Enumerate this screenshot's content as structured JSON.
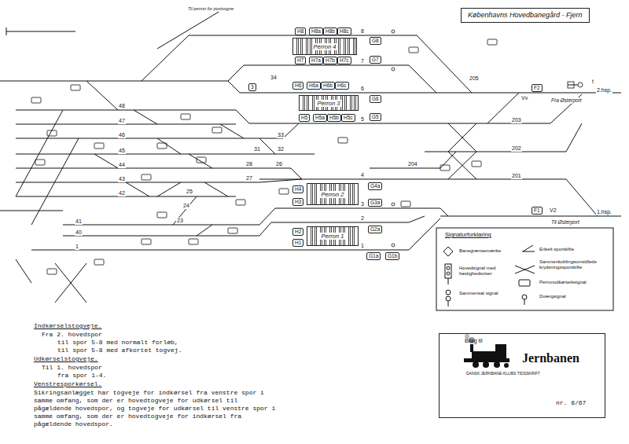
{
  "diagram": {
    "nodes": [
      {
        "text": [
          "Københavns Hovedbanegård - Fjern"
        ]
      },
      {
        "text": [
          "Perron 4"
        ]
      },
      {
        "text": [
          "Perron 3"
        ]
      },
      {
        "text": [
          "Perron 2"
        ]
      },
      {
        "text": [
          "Perron 1"
        ]
      },
      {
        "text": [
          "G8"
        ]
      },
      {
        "text": [
          "G7"
        ]
      },
      {
        "text": [
          "G6"
        ]
      },
      {
        "text": [
          "G5"
        ]
      },
      {
        "text": [
          "G4a"
        ]
      },
      {
        "text": [
          "G3a"
        ]
      },
      {
        "text": [
          "G2a"
        ]
      },
      {
        "text": [
          "G1a"
        ]
      },
      {
        "text": [
          "G1b"
        ]
      },
      {
        "text": [
          "H8"
        ]
      },
      {
        "text": [
          "H8a"
        ]
      },
      {
        "text": [
          "H8b"
        ]
      },
      {
        "text": [
          "H8c"
        ]
      },
      {
        "text": [
          "H7"
        ]
      },
      {
        "text": [
          "H7a"
        ]
      },
      {
        "text": [
          "H7b"
        ]
      },
      {
        "text": [
          "H7c"
        ]
      },
      {
        "text": [
          "H6"
        ]
      },
      {
        "text": [
          "H6a"
        ]
      },
      {
        "text": [
          "H6b"
        ]
      },
      {
        "text": [
          "H6c"
        ]
      },
      {
        "text": [
          "H5"
        ]
      },
      {
        "text": [
          "H5a"
        ]
      },
      {
        "text": [
          "H5b"
        ]
      },
      {
        "text": [
          "H5c"
        ]
      },
      {
        "text": [
          "H4"
        ]
      },
      {
        "text": [
          "H3"
        ]
      },
      {
        "text": [
          "H2"
        ]
      },
      {
        "text": [
          "H1"
        ]
      },
      {
        "text": [
          "3"
        ]
      },
      {
        "text": [
          "F2"
        ]
      },
      {
        "text": [
          "F1"
        ]
      },
      {
        "text": [
          "Bilag til",
          "Jernbanen",
          "DANSK JERNBANE-KLUBS TIDSSKRIFT",
          "nr. 8/67"
        ]
      }
    ],
    "labels": [
      "Til perron for postvogne",
      "8",
      "7",
      "6",
      "5",
      "4",
      "3",
      "2",
      "1",
      "48",
      "47",
      "46",
      "45",
      "44",
      "43",
      "42",
      "41",
      "40",
      "1",
      "34",
      "33",
      "32",
      "31",
      "28",
      "27",
      "26",
      "25",
      "24",
      "23",
      "204",
      "205",
      "203",
      "202",
      "201",
      "2.hsp.",
      "1.hsp.",
      "Fra Østerport",
      "Til Østerport",
      "Vv",
      "V2",
      "t",
      "Signaturforklaring",
      "Indkørselstogveje.",
      "Fra 2. hovedspor",
      "til spor 5-8 med normalt forløb,",
      "til spor 5-8 med afkortet togvej.",
      "Udkørselstogveje.",
      "Til 1. hovedspor",
      "fra spor 1-4.",
      "Venstresporkørsel.",
      "Sikringsanlægget har togveje for indkørsel fra venstre spor i samme omfang, som der er hovedtogveje for udkørsel til pågældende hovedspor, og togveje for udkørsel til venstre spor i samme omfang, som der er hovedtogveje for indkørsel fra pågældende hovedspor."
    ],
    "legend": [
      {
        "text": "Banegrænsemærke"
      },
      {
        "text": "Hovedsignal med hastighedsviser"
      },
      {
        "text": "Sammensat signal"
      },
      {
        "text": "Enkelt sporskifte"
      },
      {
        "text": "Sammenkoblingsomstillede krydsningssporskifte"
      },
      {
        "text": "Perronudkørselssignal"
      },
      {
        "text": "Dværgsignal"
      }
    ]
  }
}
